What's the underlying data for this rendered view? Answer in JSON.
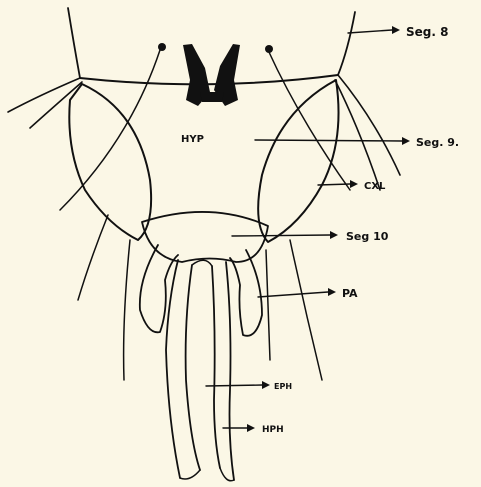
{
  "diagram": {
    "labels": {
      "seg8": "Seg. 8",
      "hyp": "HYP",
      "seg9": "Seg. 9.",
      "cxl": "CXL",
      "seg10": "Seg 10",
      "pa": "PA",
      "eph": "EPH",
      "hph": "HPH"
    },
    "colors": {
      "paper": "#fbf7e6",
      "ink": "#111111"
    }
  }
}
